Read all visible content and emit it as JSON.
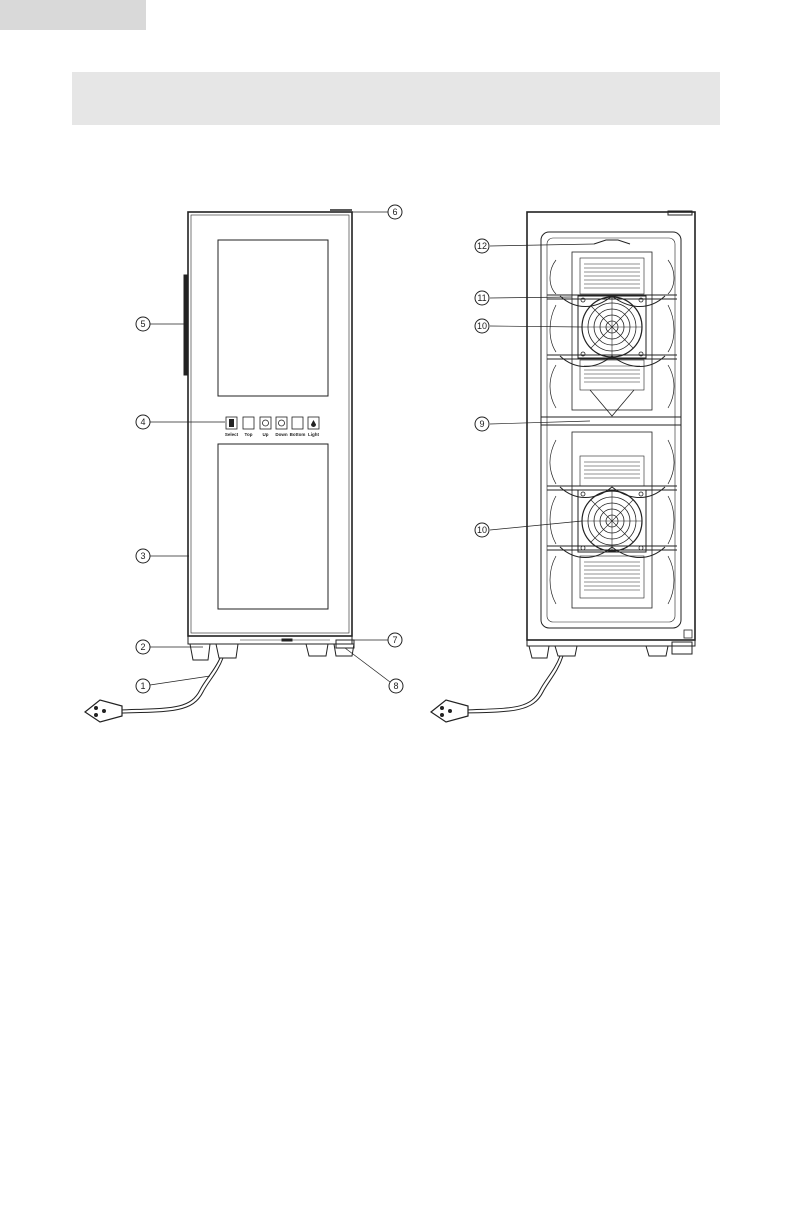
{
  "front_view": {
    "control_labels": [
      "Select",
      "Top",
      "Up",
      "Down",
      "Bottom",
      "Light"
    ]
  },
  "callouts": {
    "c1": "1",
    "c2": "2",
    "c3": "3",
    "c4": "4",
    "c5": "5",
    "c6": "6",
    "c7": "7",
    "c8": "8",
    "c9": "9",
    "c10a": "10",
    "c10b": "10",
    "c11": "11",
    "c12": "12"
  }
}
